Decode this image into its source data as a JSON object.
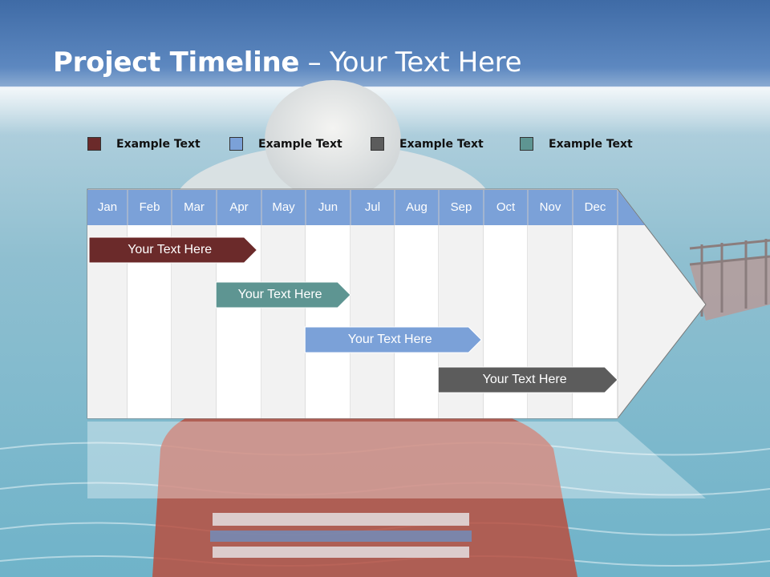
{
  "slide": {
    "title_bold": "Project Timeline",
    "title_rest": " – Your Text Here"
  },
  "legend": [
    {
      "label": "Example Text",
      "color": "#6b2a2a"
    },
    {
      "label": "Example Text",
      "color": "#7ba1d8"
    },
    {
      "label": "Example Text",
      "color": "#5c5c5c"
    },
    {
      "label": "Example Text",
      "color": "#5e9592"
    }
  ],
  "timeline": {
    "months": [
      "Jan",
      "Feb",
      "Mar",
      "Apr",
      "May",
      "Jun",
      "Jul",
      "Aug",
      "Sep",
      "Oct",
      "Nov",
      "Dec"
    ],
    "header_color": "#7ba1d8",
    "tasks": [
      {
        "label": "Your  Text Here",
        "color": "#6b2a2a",
        "start_month": 0.0,
        "end_month": 3.9
      },
      {
        "label": "Your  Text Here",
        "color": "#5e9592",
        "start_month": 2.95,
        "end_month": 6.0
      },
      {
        "label": "Your  Text Here",
        "color": "#7ba1d8",
        "start_month": 4.95,
        "end_month": 8.95
      },
      {
        "label": "Your  Text Here",
        "color": "#5c5c5c",
        "start_month": 7.95,
        "end_month": 12.0
      }
    ]
  }
}
